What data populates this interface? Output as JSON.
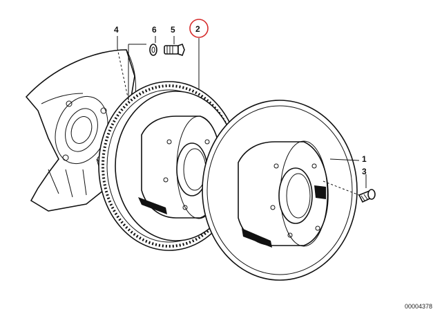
{
  "callouts": [
    {
      "id": "1",
      "text": "1"
    },
    {
      "id": "2",
      "text": "2"
    },
    {
      "id": "3",
      "text": "3"
    },
    {
      "id": "4",
      "text": "4"
    },
    {
      "id": "5",
      "text": "5"
    },
    {
      "id": "6",
      "text": "6"
    }
  ],
  "highlight": {
    "callout": "2",
    "color": "#d62b2b"
  },
  "diagram_code": "00004378"
}
